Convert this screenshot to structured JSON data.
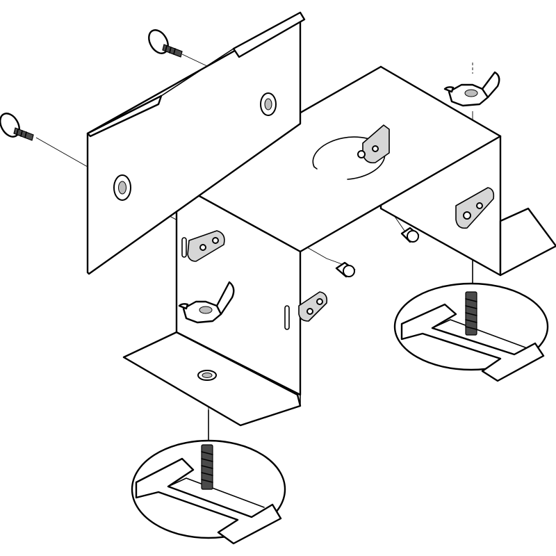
{
  "diagram": {
    "type": "exploded-assembly-line-drawing",
    "line_color": "#000000",
    "fill_color": "#ffffff",
    "shade_color": "#d6d6d6",
    "parts": [
      "cover-plate",
      "countersunk-screw",
      "countersunk-screw",
      "u-bracket",
      "wing-nut",
      "wing-nut",
      "plug",
      "plug",
      "ground-tab",
      "ground-tab",
      "ground-tab",
      "ground-tab",
      "support-clip-detail",
      "support-clip-detail"
    ]
  }
}
